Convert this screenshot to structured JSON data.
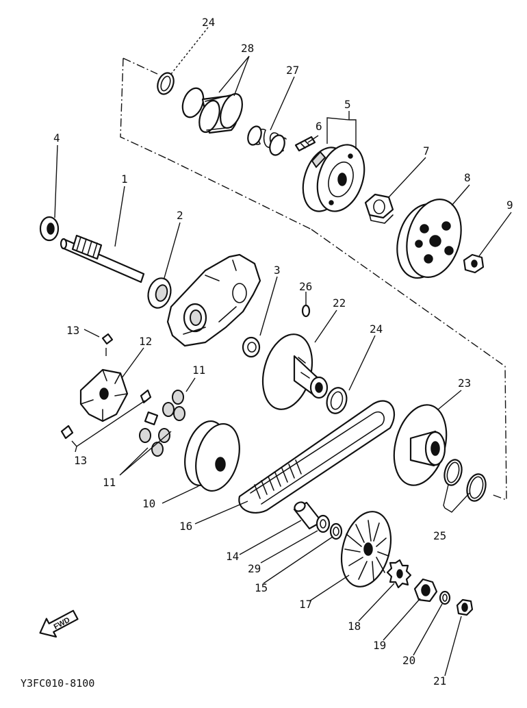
{
  "diagram": {
    "drawing_code": "Y3FC010-8100",
    "fwd_arrow_label": "FWD",
    "callouts": {
      "c1": "1",
      "c2": "2",
      "c3": "3",
      "c4": "4",
      "c5": "5",
      "c6": "6",
      "c7": "7",
      "c8": "8",
      "c9": "9",
      "c10": "10",
      "c11a": "11",
      "c11b": "11",
      "c12": "12",
      "c13a": "13",
      "c13b": "13",
      "c14": "14",
      "c15": "15",
      "c16": "16",
      "c17": "17",
      "c18": "18",
      "c19": "19",
      "c20": "20",
      "c21": "21",
      "c22": "22",
      "c23": "23",
      "c24a": "24",
      "c24b": "24",
      "c25": "25",
      "c26": "26",
      "c27": "27",
      "c28": "28",
      "c29": "29"
    }
  }
}
